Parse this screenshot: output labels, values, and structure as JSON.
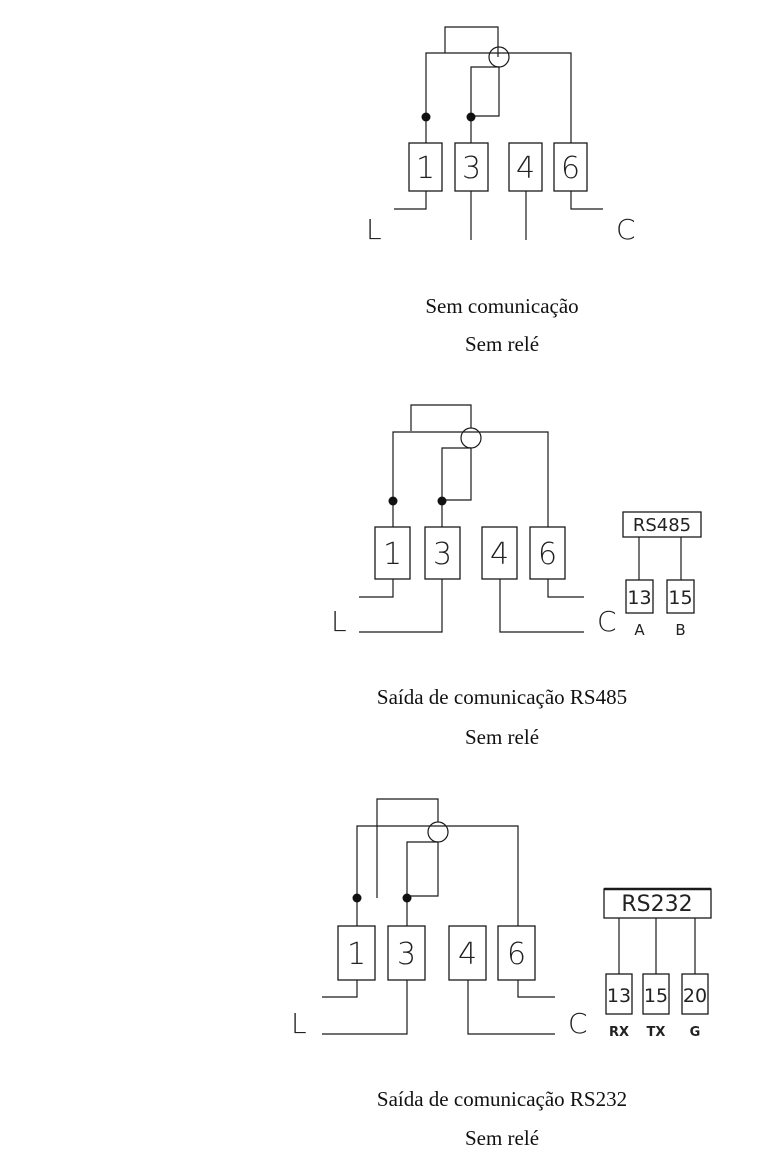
{
  "diagrams": [
    {
      "terminals": [
        "1",
        "3",
        "4",
        "6"
      ],
      "left_label": "L",
      "right_label": "C",
      "caption_line1": "Sem comunicação",
      "caption_line2": "Sem relé"
    },
    {
      "terminals": [
        "1",
        "3",
        "4",
        "6"
      ],
      "left_label": "L",
      "right_label": "C",
      "bus_name": "RS485",
      "comm_terminals": [
        "13",
        "15"
      ],
      "comm_signals": [
        "A",
        "B"
      ],
      "caption_line1": "Saída de comunicação RS485",
      "caption_line2": "Sem relé"
    },
    {
      "terminals": [
        "1",
        "3",
        "4",
        "6"
      ],
      "left_label": "L",
      "right_label": "C",
      "bus_name": "RS232",
      "comm_terminals": [
        "13",
        "15",
        "20"
      ],
      "comm_signals": [
        "RX",
        "TX",
        "G"
      ],
      "caption_line1": "Saída de comunicação RS232",
      "caption_line2": "Sem relé"
    }
  ]
}
